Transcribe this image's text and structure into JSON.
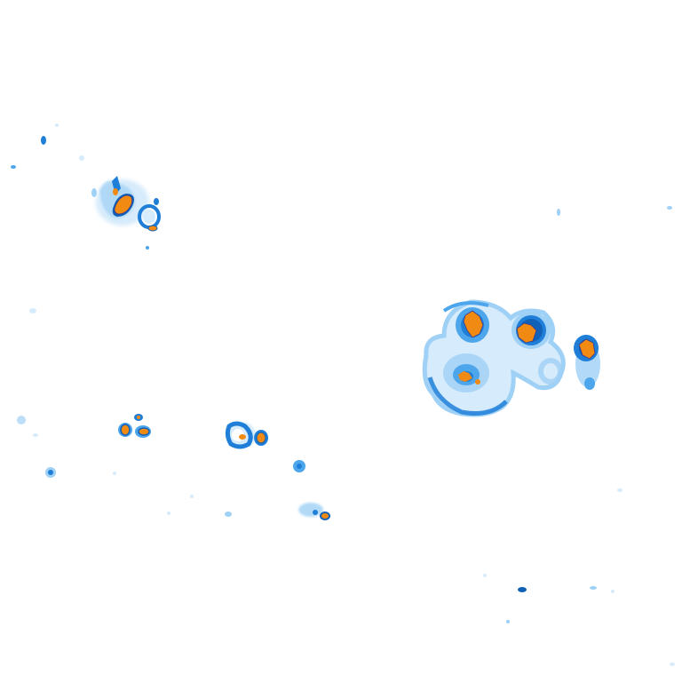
{
  "image": {
    "kind": "precipitation-radar-overlay",
    "background_color": "#ffffff",
    "palette": {
      "faint": "#d6ebfb",
      "light": "#9fd0f5",
      "medium": "#4da6ec",
      "strong": "#1f7fd8",
      "dark": "#1261b8",
      "core": "#f08a12",
      "core_edge": "#3a3a8a"
    },
    "echo_clusters": [
      "northwest-cluster",
      "west-small-cells",
      "central-cell",
      "south-central-cells",
      "east-large-cluster",
      "east-satellite-cell",
      "scattered-light-echoes"
    ]
  }
}
